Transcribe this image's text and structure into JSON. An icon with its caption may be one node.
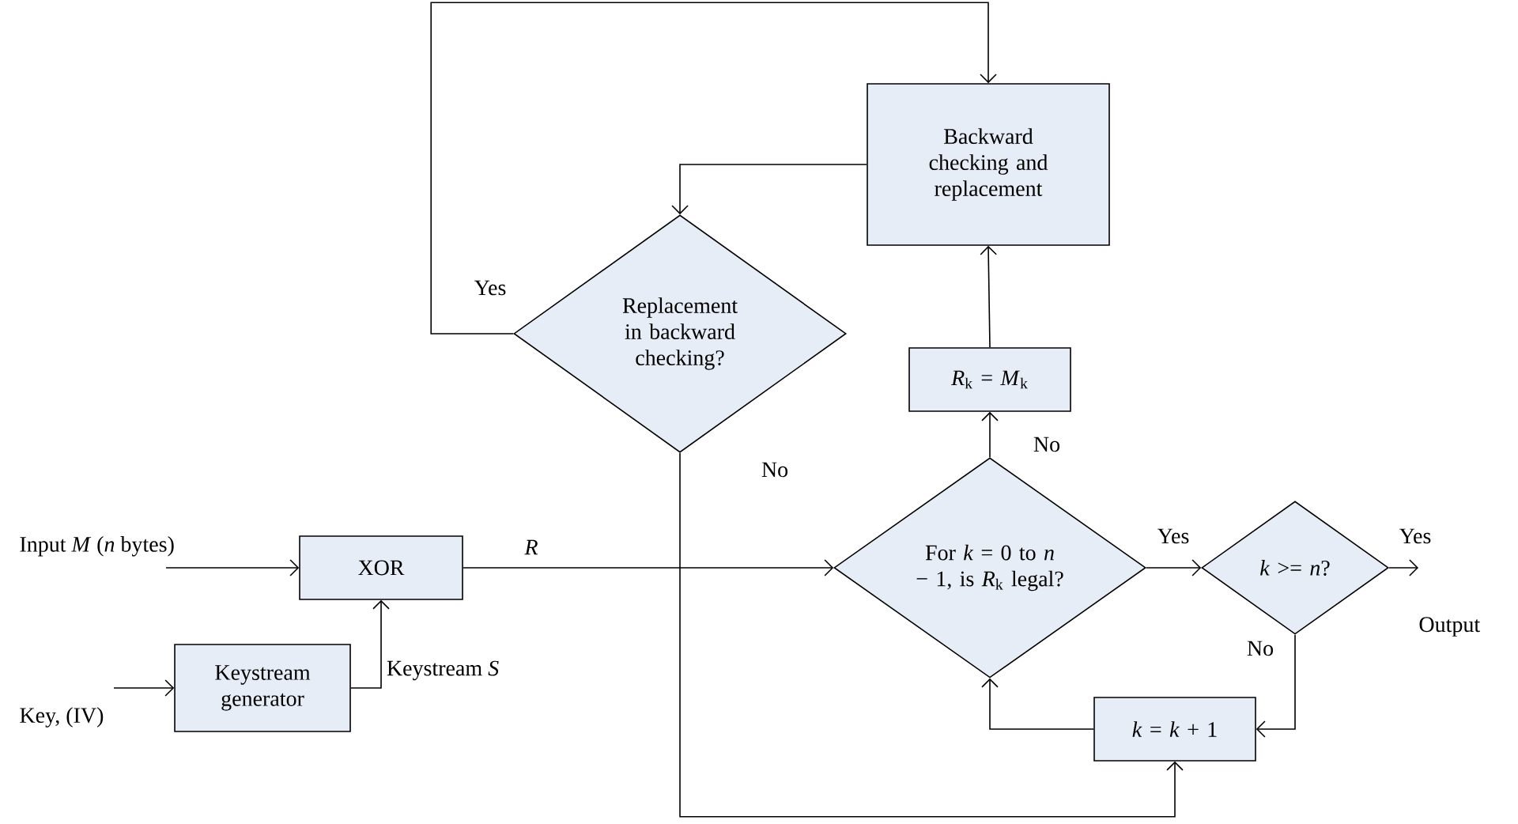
{
  "diagram": {
    "nodes": [
      {
        "text": [
          "Backward checking and replacement"
        ]
      },
      {
        "text": [
          "Replacement in backward checking?"
        ]
      },
      {
        "text": [
          "*R*$_{k}$ = *M*$_{k}$"
        ]
      },
      {
        "text": [
          "Input *M* (*n* bytes)"
        ]
      },
      {
        "text": [
          "XOR"
        ]
      },
      {
        "text": [
          "For *k* = 0 to *n* − 1, is *R*$_{k}$ legal?"
        ]
      },
      {
        "text": [
          "*k* >= *n*?"
        ]
      },
      {
        "text": [
          "Output"
        ]
      },
      {
        "text": [
          "Key, (IV)"
        ]
      },
      {
        "text": [
          "Keystream generator"
        ]
      },
      {
        "text": [
          "*k* = *k* + 1"
        ]
      }
    ],
    "edges": [
      {
        "from": 3,
        "to": 4,
        "arrow": "to"
      },
      {
        "from": 8,
        "to": 9,
        "arrow": "to"
      },
      {
        "from": 9,
        "to": 4,
        "arrow": "to",
        "label": "Keystream *S*"
      },
      {
        "from": 4,
        "to": 5,
        "arrow": "to",
        "label": "*R*"
      },
      {
        "from": 5,
        "to": 6,
        "arrow": "to",
        "label": "Yes"
      },
      {
        "from": 6,
        "to": 7,
        "arrow": "to",
        "label": "Yes"
      },
      {
        "from": 6,
        "to": 10,
        "arrow": "to",
        "label": "No"
      },
      {
        "from": 10,
        "to": 5,
        "arrow": "to"
      },
      {
        "from": 5,
        "to": 2,
        "arrow": "to",
        "label": "No"
      },
      {
        "from": 2,
        "to": 0,
        "arrow": "to"
      },
      {
        "from": 0,
        "to": 1,
        "arrow": "to"
      },
      {
        "from": 1,
        "to": 0,
        "arrow": "to",
        "label": "Yes"
      },
      {
        "from": 1,
        "to": 10,
        "arrow": "to",
        "label": "No"
      }
    ]
  }
}
